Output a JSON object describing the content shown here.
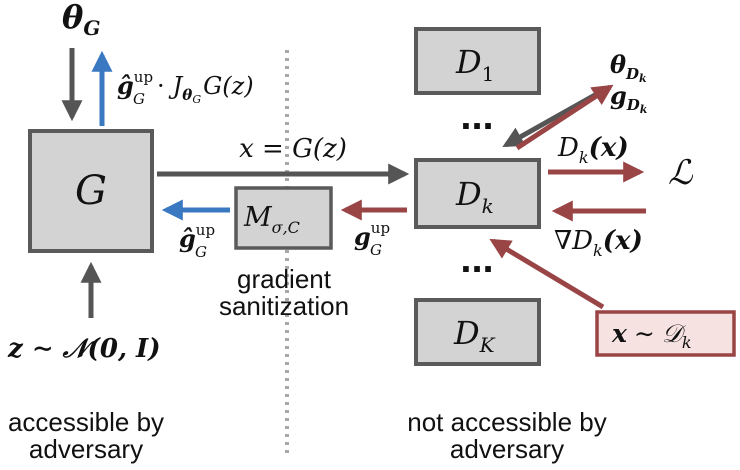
{
  "colors": {
    "box_fill": "#d3d3d3",
    "box_stroke": "#5a5a5a",
    "gray_arrow": "#555555",
    "blue_arrow": "#3a78c2",
    "red_arrow": "#9a4545",
    "data_box_fill": "#f7e2e2",
    "data_box_stroke": "#9a4545",
    "divider": "#a8a8a8"
  },
  "generator": {
    "label": "G"
  },
  "theta_g": {
    "label": "θ",
    "sub": "G"
  },
  "generator_grad": {
    "hat_g": "ĝ",
    "sup": "up",
    "sub_g": "G",
    "dot": "·",
    "jac": "J",
    "jac_sub_theta": "θ",
    "jac_sub_g": "G",
    "tail": "G(z)"
  },
  "fake_sample": {
    "label": "x = G(z)"
  },
  "sanitizer": {
    "label": "M",
    "sub": "σ,C"
  },
  "sanitized_grad": {
    "hat_g": "ĝ",
    "sup": "up",
    "sub": "G"
  },
  "disc_grad": {
    "g": "g",
    "sup": "up",
    "sub": "G"
  },
  "sanitization_caption": {
    "line1": "gradient",
    "line2": "sanitization"
  },
  "noise": {
    "label": "z ∼ 𝒩(0, I)"
  },
  "discriminators": {
    "d1": {
      "label": "D",
      "sub": "1"
    },
    "dk": {
      "label": "D",
      "sub": "k"
    },
    "dK": {
      "label": "D",
      "sub": "K"
    },
    "ellipsis_top": "...",
    "ellipsis_bottom": "..."
  },
  "disc_params": {
    "theta": "θ",
    "theta_sub": "D",
    "theta_subsub": "k",
    "g": "g",
    "g_sub": "D",
    "g_subsub": "k"
  },
  "disc_output": {
    "label": "D",
    "sub": "k",
    "tail": "(x)"
  },
  "loss": {
    "label": "ℒ"
  },
  "disc_input_grad": {
    "label": "∇D",
    "sub": "k",
    "tail": "(x)"
  },
  "real_data": {
    "x": "x",
    "sim": "∼",
    "dist": "𝒟",
    "sub": "k"
  },
  "captions": {
    "left_line1": "accessible by",
    "left_line2": "adversary",
    "right_line1": "not accessible by",
    "right_line2": "adversary"
  }
}
